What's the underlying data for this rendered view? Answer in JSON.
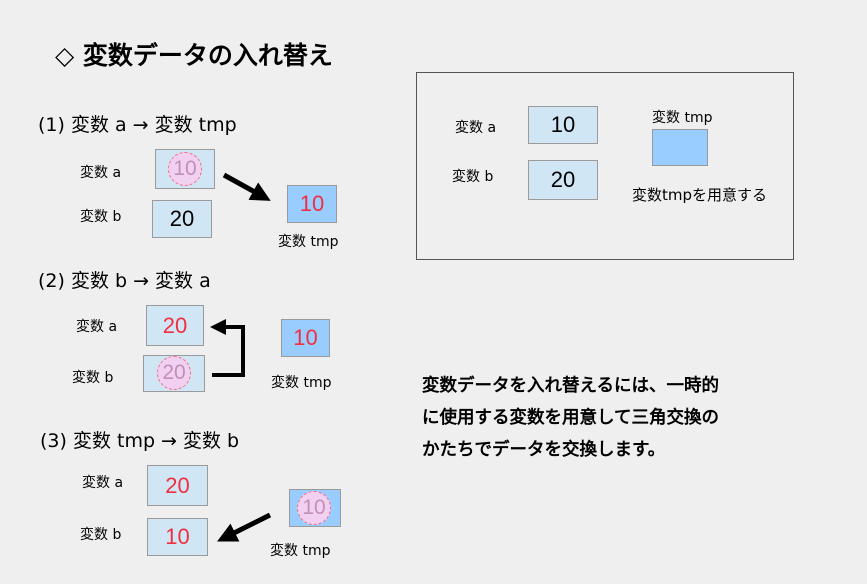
{
  "title": "◇ 変数データの入れ替え",
  "steps": [
    {
      "heading": "(1) 変数 a → 変数 tmp",
      "label_a": "変数 a",
      "label_b": "変数 b",
      "label_tmp": "変数 tmp",
      "a": "10",
      "b": "20",
      "tmp": "10"
    },
    {
      "heading": "(2) 変数 b → 変数 a",
      "label_a": "変数 a",
      "label_b": "変数 b",
      "label_tmp": "変数 tmp",
      "a": "20",
      "b": "20",
      "tmp": "10"
    },
    {
      "heading": "(3) 変数 tmp → 変数 b",
      "label_a": "変数 a",
      "label_b": "変数 b",
      "label_tmp": "変数 tmp",
      "a": "20",
      "b": "10",
      "tmp": "10"
    }
  ],
  "setup": {
    "label_a": "変数 a",
    "label_b": "変数 b",
    "label_tmp": "変数 tmp",
    "a": "10",
    "b": "20",
    "caption": "変数tmpを用意する"
  },
  "explanation": [
    "変数データを入れ替えるには、一時的",
    "に使用する変数を用意して三角交換の",
    "かたちでデータを交換します。"
  ]
}
